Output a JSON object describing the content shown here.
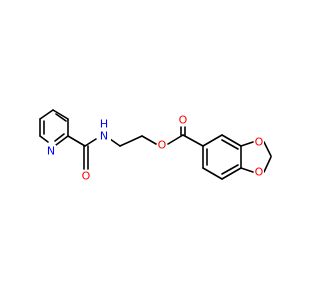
{
  "molecule": {
    "atoms": {
      "N_pyridine": {
        "label": "N",
        "color": "#0000ff"
      },
      "O_amide": {
        "label": "O",
        "color": "#ff0000"
      },
      "N_amide_N": {
        "label": "N",
        "color": "#0000ff"
      },
      "N_amide_H": {
        "label": "H",
        "color": "#0000ff"
      },
      "O_ester": {
        "label": "O",
        "color": "#ff0000"
      },
      "O_carbonyl": {
        "label": "O",
        "color": "#ff0000"
      },
      "O_dioxole_top": {
        "label": "O",
        "color": "#ff0000"
      },
      "O_dioxole_bottom": {
        "label": "O",
        "color": "#ff0000"
      }
    }
  }
}
